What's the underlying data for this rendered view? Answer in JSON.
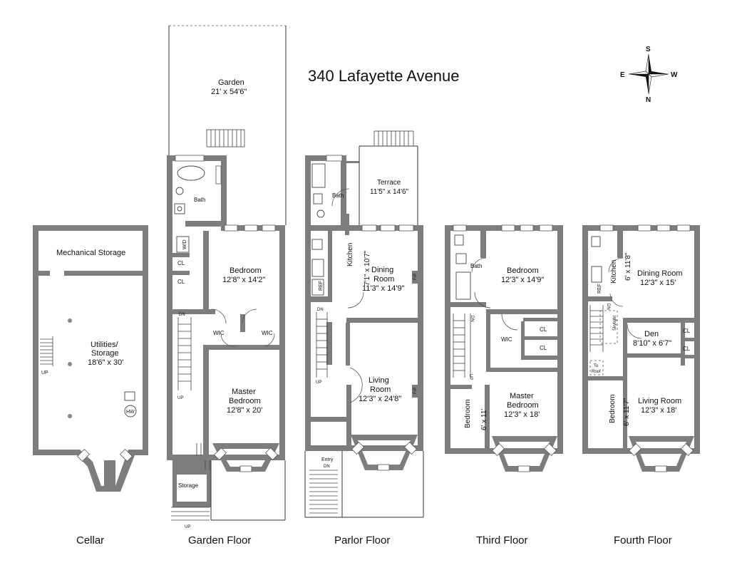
{
  "title": "340 Lafayette Avenue",
  "compass": {
    "s": "S",
    "n": "N",
    "e": "E",
    "w": "W"
  },
  "floors": {
    "cellar": {
      "name": "Cellar",
      "mech": "Mechanical Storage",
      "util_name": "Utilities/",
      "util_name2": "Storage",
      "util_dim": "18'6\" x 30'",
      "up": "UP",
      "hw": "HW"
    },
    "garden": {
      "name": "Garden Floor",
      "garden": "Garden",
      "garden_dim": "21' x 54'6\"",
      "bath": "Bath",
      "wd": "W/D",
      "cl1": "CL",
      "cl2": "CL",
      "bedroom": "Bedroom",
      "bedroom_dim": "12'8\" x 14'2\"",
      "wic1": "WIC",
      "wic2": "WIC",
      "master1": "Master",
      "master2": "Bedroom",
      "master_dim": "12'8\" x 20'",
      "storage": "Storage",
      "dn": "DN",
      "up": "UP",
      "up2": "UP"
    },
    "parlor": {
      "name": "Parlor Floor",
      "terrace": "Terrace",
      "terrace_dim": "11'5\" x 14'6\"",
      "bath": "Bath",
      "kitchen": "Kitchen",
      "kitchen_dim": "7'1\" x 10'7\"",
      "ref": "REF",
      "dining1": "Dining",
      "dining2": "Room",
      "dining_dim": "11'3\" x 14'9\"",
      "fp1": "F/P",
      "fp2": "F/P",
      "living1": "Living",
      "living2": "Room",
      "living_dim": "12'3\" x 24'8\"",
      "dn": "DN",
      "up": "UP",
      "entry": "Entry",
      "entry_dn": "DN"
    },
    "third": {
      "name": "Third Floor",
      "bath": "Bath",
      "bedroom": "Bedroom",
      "bedroom_dim": "12'3\" x 14'9\"",
      "wic": "WIC",
      "cl1": "CL",
      "cl2": "CL",
      "master1": "Master",
      "master2": "Bedroom",
      "master_dim": "12'3\" x 18'",
      "bedroom2": "Bedroom",
      "bedroom2_dim": "6' x 11'",
      "dn": "DN",
      "up": "UP"
    },
    "fourth": {
      "name": "Fourth Floor",
      "kitchen": "Kitchen",
      "kitchen_dim": "6' x 11'8\"",
      "ref": "REF",
      "dining": "Dining Room",
      "dining_dim": "12'3\" x 15'",
      "den": "Den",
      "den_dim": "8'10\" x 6'7\"",
      "cl1": "CL",
      "cl2": "CL",
      "skylight": "Skylight",
      "dn": "DN",
      "to_roof1": "To",
      "to_roof2": "Roof",
      "living": "Living Room",
      "living_dim": "12'3\" x 18'",
      "bedroom": "Bedroom",
      "bedroom_dim": "6' x 11'7\""
    }
  }
}
